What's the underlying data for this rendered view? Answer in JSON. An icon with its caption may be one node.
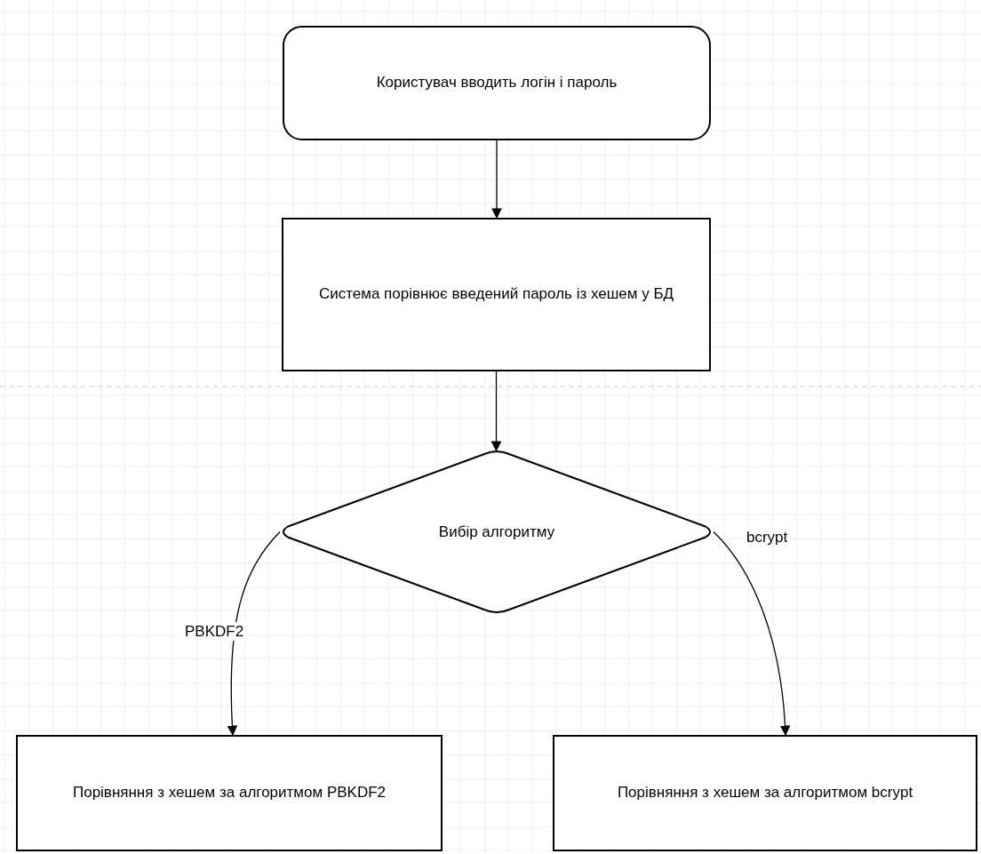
{
  "diagram": {
    "nodes": [
      {
        "text": [
          "Користувач вводить логін і пароль"
        ]
      },
      {
        "text": [
          "Система порівнює введений пароль із хешем у БД"
        ]
      },
      {
        "text": [
          "Вибір алгоритму"
        ]
      },
      {
        "text": [
          "Порівняння з хешем за алгоритмом PBKDF2"
        ]
      },
      {
        "text": [
          "Порівняння з хешем за алгоритмом bcrypt"
        ]
      }
    ],
    "edges": [
      {
        "from": 0,
        "to": 1,
        "arrow": "to"
      },
      {
        "from": 1,
        "to": 2,
        "arrow": "to"
      },
      {
        "from": 2,
        "to": 3,
        "arrow": "to",
        "label": "PBKDF2"
      },
      {
        "from": 2,
        "to": 4,
        "arrow": "to",
        "label": "bcrypt"
      }
    ]
  }
}
